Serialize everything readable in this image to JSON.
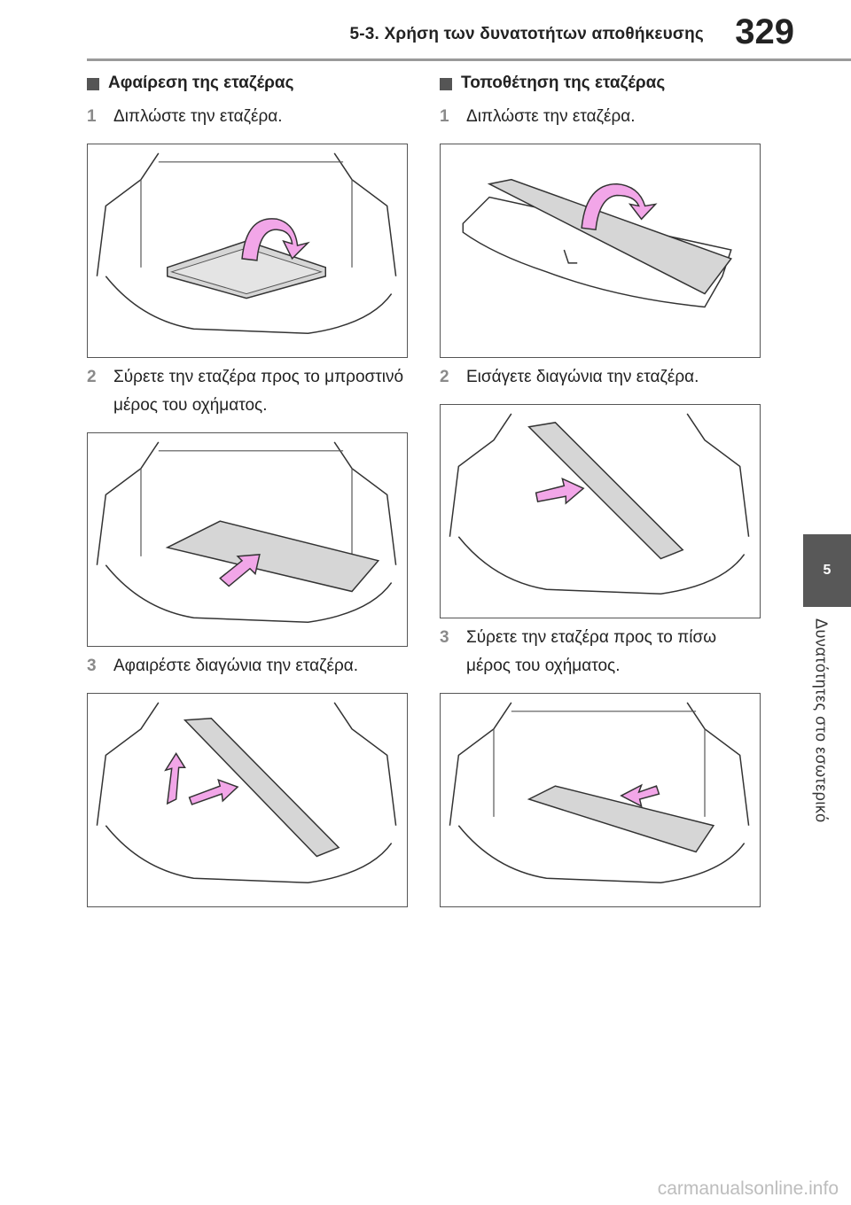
{
  "header": {
    "section_title": "5-3. Χρήση των δυνατοτήτων αποθήκευσης",
    "page_number": "329"
  },
  "chapter_tab": {
    "number": "5",
    "title": "Δυνατότητες στο εσωτερικό"
  },
  "left_column": {
    "heading": "Αφαίρεση της εταζέρας",
    "steps": [
      {
        "num": "1",
        "text": "Διπλώστε την εταζέρα."
      },
      {
        "num": "2",
        "text": "Σύρετε την εταζέρα προς το μπροστινό μέρος του οχήματος."
      },
      {
        "num": "3",
        "text": "Αφαιρέστε διαγώνια την εταζέρα."
      }
    ]
  },
  "right_column": {
    "heading": "Τοποθέτηση της εταζέρας",
    "steps": [
      {
        "num": "1",
        "text": "Διπλώστε την εταζέρα."
      },
      {
        "num": "2",
        "text": "Εισάγετε διαγώνια την εταζέρα."
      },
      {
        "num": "3",
        "text": "Σύρετε την εταζέρα προς το πίσω μέρος του οχήματος."
      }
    ]
  },
  "colors": {
    "arrow_pink": "#f2a6e8",
    "shelf_gray": "#d6d6d6",
    "line": "#333333"
  },
  "footer": {
    "watermark": "carmanualsonline.info"
  }
}
